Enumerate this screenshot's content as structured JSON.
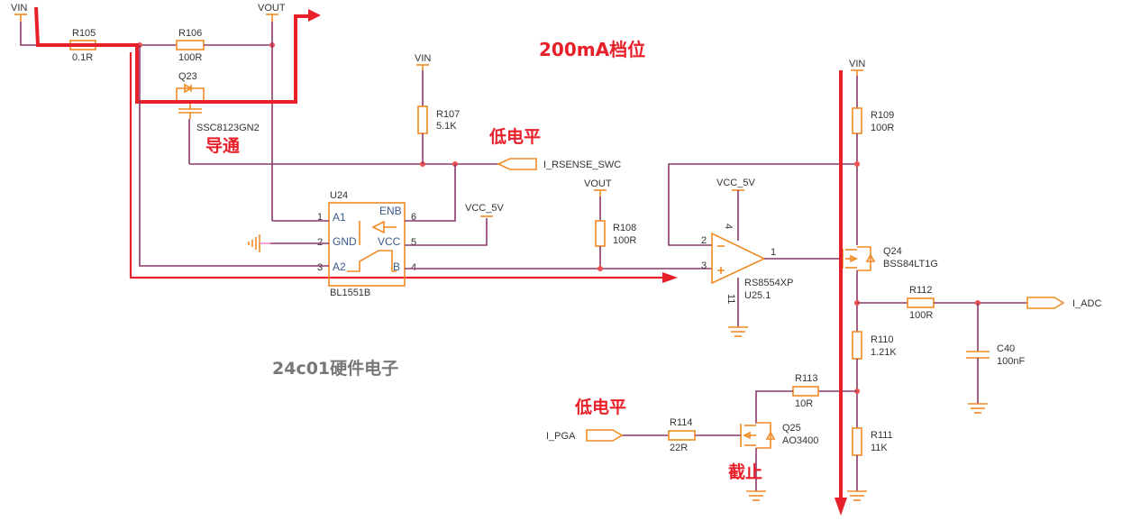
{
  "title_annotation": "200mA档位",
  "watermark": "24c01硬件电子",
  "annotations": {
    "q23_state": "导通",
    "rsense_level": "低电平",
    "pga_level": "低电平",
    "q25_state": "截止"
  },
  "power_labels": {
    "vin_left": "VIN",
    "vout_top": "VOUT",
    "vin_r107": "VIN",
    "vcc_u24": "VCC_5V",
    "vout_r108": "VOUT",
    "vcc_u25": "VCC_5V",
    "vin_r109": "VIN"
  },
  "nets": {
    "rsense": "I_RSENSE_SWC",
    "adc": "I_ADC",
    "pga": "I_PGA"
  },
  "components": {
    "r105": {
      "ref": "R105",
      "value": "0.1R"
    },
    "r106": {
      "ref": "R106",
      "value": "100R"
    },
    "r107": {
      "ref": "R107",
      "value": "5.1K"
    },
    "r108": {
      "ref": "R108",
      "value": "100R"
    },
    "r109": {
      "ref": "R109",
      "value": "100R"
    },
    "r110": {
      "ref": "R110",
      "value": "1.21K"
    },
    "r111": {
      "ref": "R111",
      "value": "11K"
    },
    "r112": {
      "ref": "R112",
      "value": "100R"
    },
    "r113": {
      "ref": "R113",
      "value": "10R"
    },
    "r114": {
      "ref": "R114",
      "value": "22R"
    },
    "c40": {
      "ref": "C40",
      "value": "100nF"
    },
    "q23": {
      "ref": "Q23",
      "value": "SSC8123GN2"
    },
    "q24": {
      "ref": "Q24",
      "value": "BSS84LT1G"
    },
    "q25": {
      "ref": "Q25",
      "value": "AO3400"
    },
    "u24": {
      "ref": "U24",
      "value": "BL1551B",
      "pins": [
        {
          "num": "1",
          "name": "A1"
        },
        {
          "num": "2",
          "name": "GND"
        },
        {
          "num": "3",
          "name": "A2"
        },
        {
          "num": "6",
          "name": "ENB"
        },
        {
          "num": "5",
          "name": "VCC"
        },
        {
          "num": "4",
          "name": "B"
        }
      ]
    },
    "u25": {
      "ref": "U25.1",
      "value": "RS8554XP",
      "pins": {
        "inv": "2",
        "noninv": "3",
        "out": "1",
        "vcc": "4",
        "gnd": "11"
      }
    }
  }
}
